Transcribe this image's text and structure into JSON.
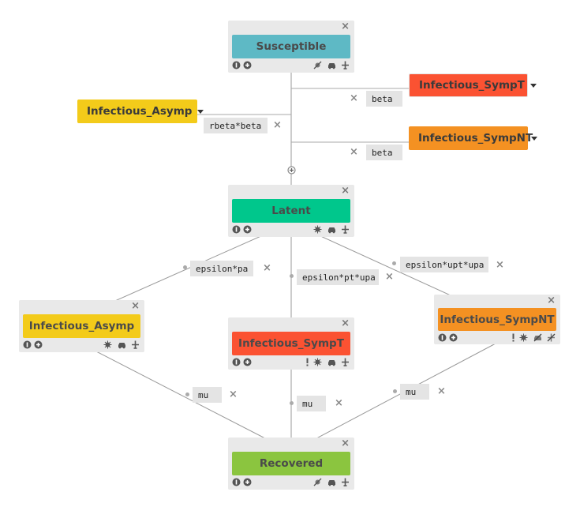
{
  "colors": {
    "teal": "#5eb9c5",
    "green": "#00c78c",
    "red": "#fb5232",
    "orange": "#f49122",
    "yellow": "#f3cb1a",
    "lime": "#8bc53f"
  },
  "close_glyph": "×",
  "compartments": {
    "susceptible": "Susceptible",
    "latent": "Latent",
    "infectious_asymp": "Infectious_Asymp",
    "infectious_sympt": "Infectious_SympT",
    "infectious_sympnt": "Infectious_SympNT",
    "recovered": "Recovered"
  },
  "infectors": {
    "sympt": "Infectious_SympT",
    "asymp": "Infectious_Asymp",
    "sympnt": "Infectious_SympNT"
  },
  "rates": {
    "beta_sympt": "beta",
    "rbeta_asymp": "rbeta*beta",
    "beta_sympnt": "beta",
    "latent_to_asymp": "epsilon*pa",
    "latent_to_sympt": "epsilon*pt*upa",
    "latent_to_sympnt": "epsilon*upt*upa",
    "asymp_to_recovered": "mu",
    "sympt_to_recovered": "mu",
    "sympnt_to_recovered": "mu"
  }
}
